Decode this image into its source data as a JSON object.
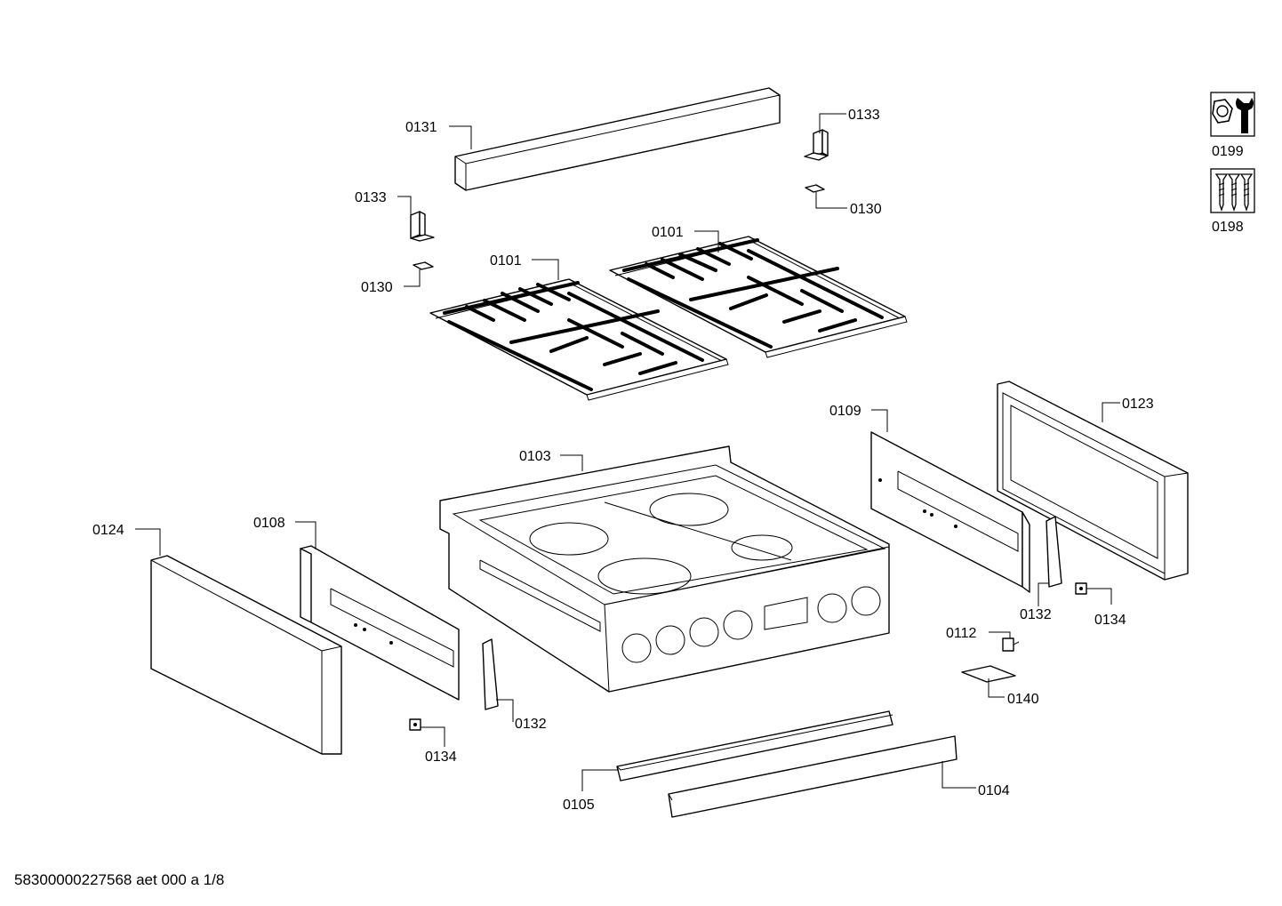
{
  "labels": {
    "p0131": "0131",
    "p0133_top": "0133",
    "p0133_left": "0133",
    "p0130_top": "0130",
    "p0130_left": "0130",
    "p0101_left": "0101",
    "p0101_right": "0101",
    "p0199": "0199",
    "p0198": "0198",
    "p0109": "0109",
    "p0123": "0123",
    "p0103": "0103",
    "p0124": "0124",
    "p0108": "0108",
    "p0132_right": "0132",
    "p0134_right": "0134",
    "p0112": "0112",
    "p0140": "0140",
    "p0132_left": "0132",
    "p0134_left": "0134",
    "p0105": "0105",
    "p0104": "0104"
  },
  "icons": {
    "p0199": "wrench-nut-icon",
    "p0198": "screws-icon"
  },
  "footer": {
    "document_number": "58300000227568 aet 000 a 1/8"
  }
}
